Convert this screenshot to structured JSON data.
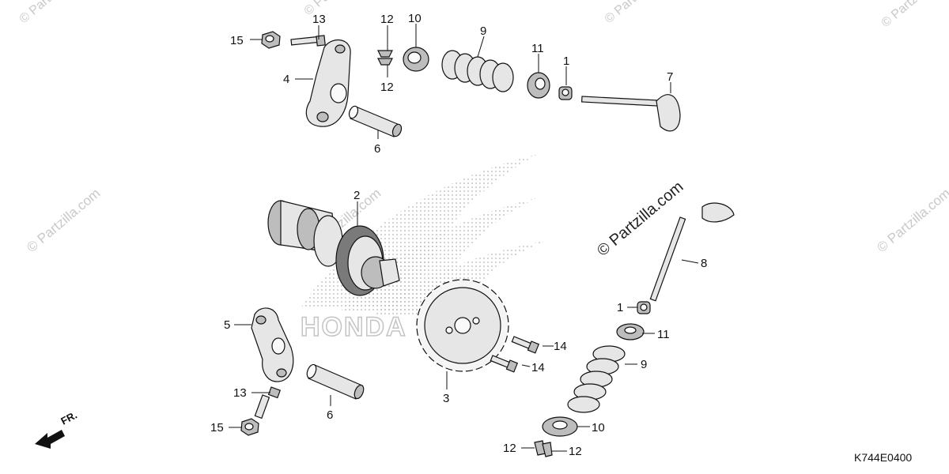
{
  "diagram_code": "K744E0400",
  "front_indicator": "FR.",
  "watermark": {
    "brand": "© Partzilla.com",
    "brand_short": "© Partzilla",
    "logo_text": "HONDA"
  },
  "callouts": [
    {
      "id": "c15a",
      "text": "15"
    },
    {
      "id": "c13a",
      "text": "13"
    },
    {
      "id": "c12a",
      "text": "12"
    },
    {
      "id": "c10a",
      "text": "10"
    },
    {
      "id": "c9a",
      "text": "9"
    },
    {
      "id": "c11a",
      "text": "11"
    },
    {
      "id": "c1a",
      "text": "1"
    },
    {
      "id": "c7",
      "text": "7"
    },
    {
      "id": "c4",
      "text": "4"
    },
    {
      "id": "c12b",
      "text": "12"
    },
    {
      "id": "c6a",
      "text": "6"
    },
    {
      "id": "c2",
      "text": "2"
    },
    {
      "id": "c8",
      "text": "8"
    },
    {
      "id": "c1b",
      "text": "1"
    },
    {
      "id": "c11b",
      "text": "11"
    },
    {
      "id": "c5",
      "text": "5"
    },
    {
      "id": "c14a",
      "text": "14"
    },
    {
      "id": "c14b",
      "text": "14"
    },
    {
      "id": "c9b",
      "text": "9"
    },
    {
      "id": "c3",
      "text": "3"
    },
    {
      "id": "c13b",
      "text": "13"
    },
    {
      "id": "c6b",
      "text": "6"
    },
    {
      "id": "c10b",
      "text": "10"
    },
    {
      "id": "c15b",
      "text": "15"
    },
    {
      "id": "c12c",
      "text": "12"
    },
    {
      "id": "c12d",
      "text": "12"
    }
  ]
}
